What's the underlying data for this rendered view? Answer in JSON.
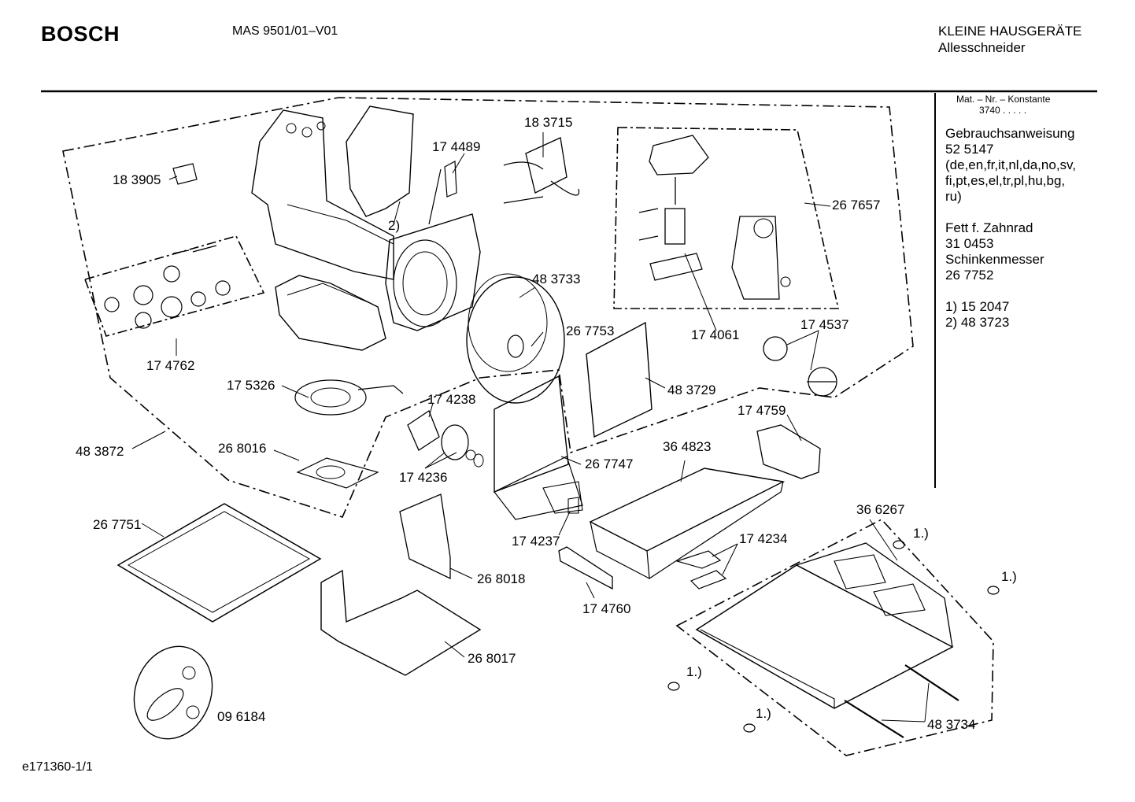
{
  "header": {
    "brand": "BOSCH",
    "model": "MAS 9501/01–V01",
    "category_line1": "KLEINE HAUSGERÄTE",
    "category_line2": "Allesschneider"
  },
  "sidebar": {
    "mat_header": "Mat. – Nr. – Konstante",
    "mat_value": "3740  .  .  .  .  .",
    "manual_title": "Gebrauchsanweisung",
    "manual_number": "52 5147",
    "languages_1": "(de,en,fr,it,nl,da,no,sv,",
    "languages_2": "fi,pt,es,el,tr,pl,hu,bg,",
    "languages_3": "ru)",
    "grease_label": "Fett f. Zahnrad",
    "grease_number": "31 0453",
    "ham_knife_label": "Schinkenmesser",
    "ham_knife_number": "26 7752",
    "note_1": "1)  15 2047",
    "note_2": "2)  48 3723"
  },
  "parts": {
    "p183905": "18 3905",
    "p174489": "17 4489",
    "p183715": "18 3715",
    "p267657": "26 7657",
    "note2": "2)",
    "p483733": "48 3733",
    "p267753": "26 7753",
    "p174061": "17 4061",
    "p174537": "17 4537",
    "p174762": "17 4762",
    "p175326": "17 5326",
    "p174238": "17 4238",
    "p483729": "48 3729",
    "p174759": "17 4759",
    "p483872": "48 3872",
    "p268016": "26 8016",
    "p174236": "17 4236",
    "p267747": "26 7747",
    "p364823": "36 4823",
    "p366267": "36 6267",
    "p267751": "26 7751",
    "p174237": "17 4237",
    "p174234": "17 4234",
    "n1a": "1.)",
    "n1b": "1.)",
    "p268018": "26 8018",
    "p174760": "17 4760",
    "p268017": "26 8017",
    "n1c": "1.)",
    "p096184": "09 6184",
    "n1d": "1.)",
    "p483734": "48 3734"
  },
  "footer": {
    "drawing_id": "e171360-1/1"
  }
}
